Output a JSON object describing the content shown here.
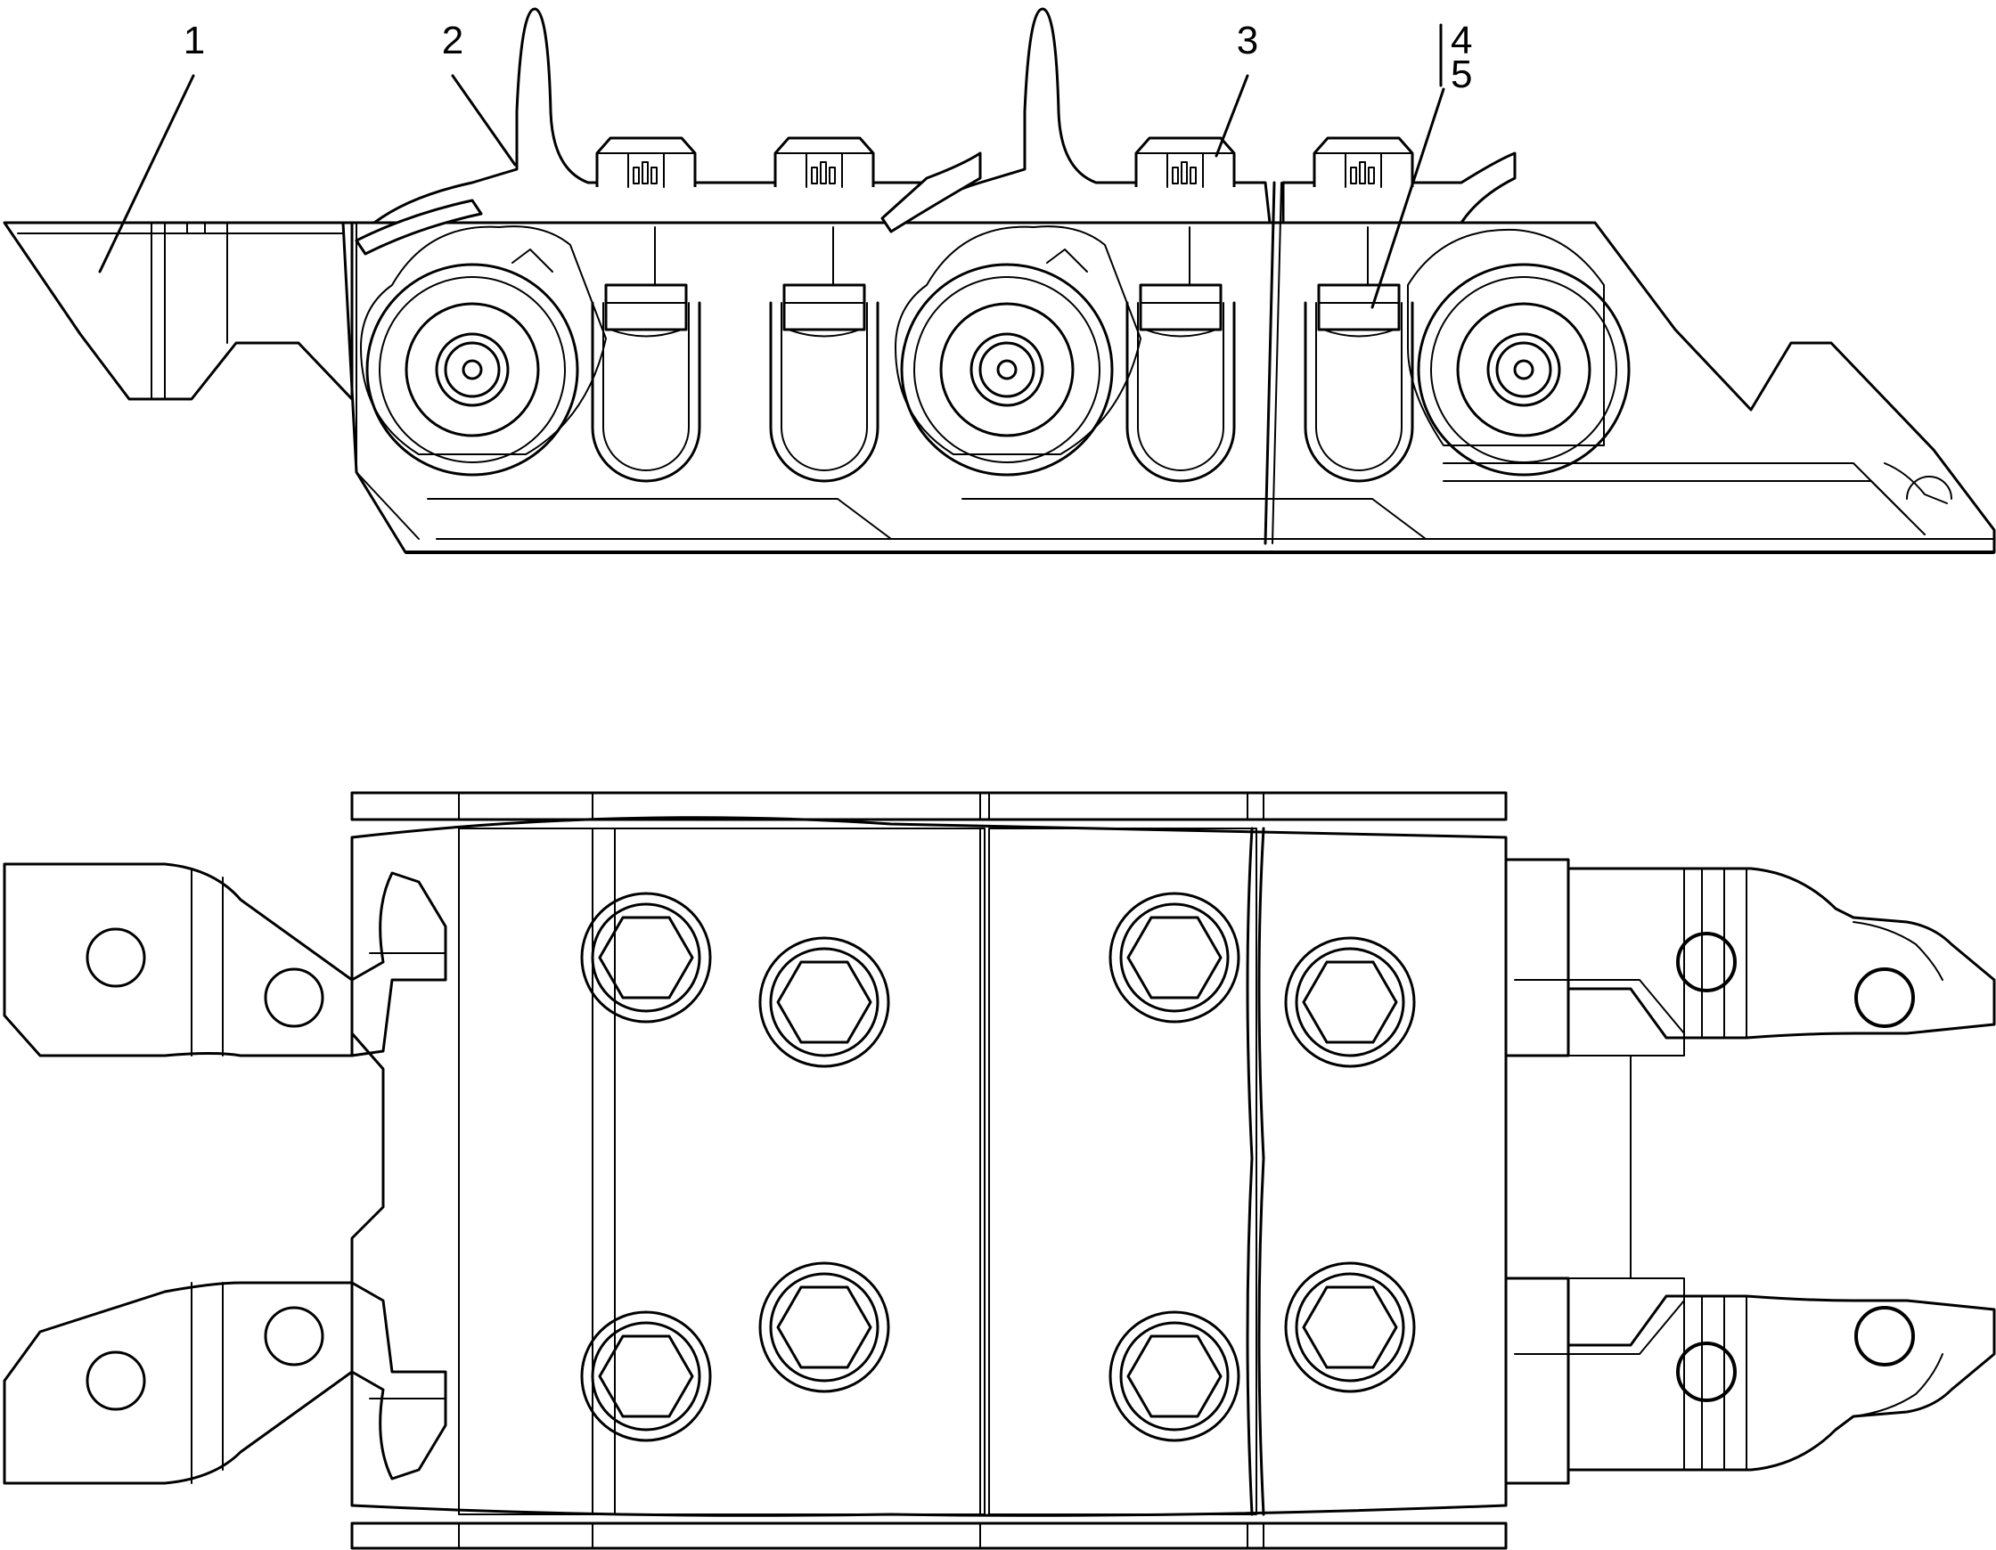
{
  "callouts": [
    {
      "id": "1",
      "label": "1"
    },
    {
      "id": "2",
      "label": "2"
    },
    {
      "id": "3",
      "label": "3"
    },
    {
      "id": "4",
      "label": "4"
    },
    {
      "id": "5",
      "label": "5"
    }
  ],
  "icons": {
    "side_view": "track-chain-side-view-icon",
    "top_view": "track-chain-top-view-icon",
    "bolt_head": "hex-bolt-icon"
  },
  "colors": {
    "line": "#000000",
    "background": "#ffffff"
  }
}
